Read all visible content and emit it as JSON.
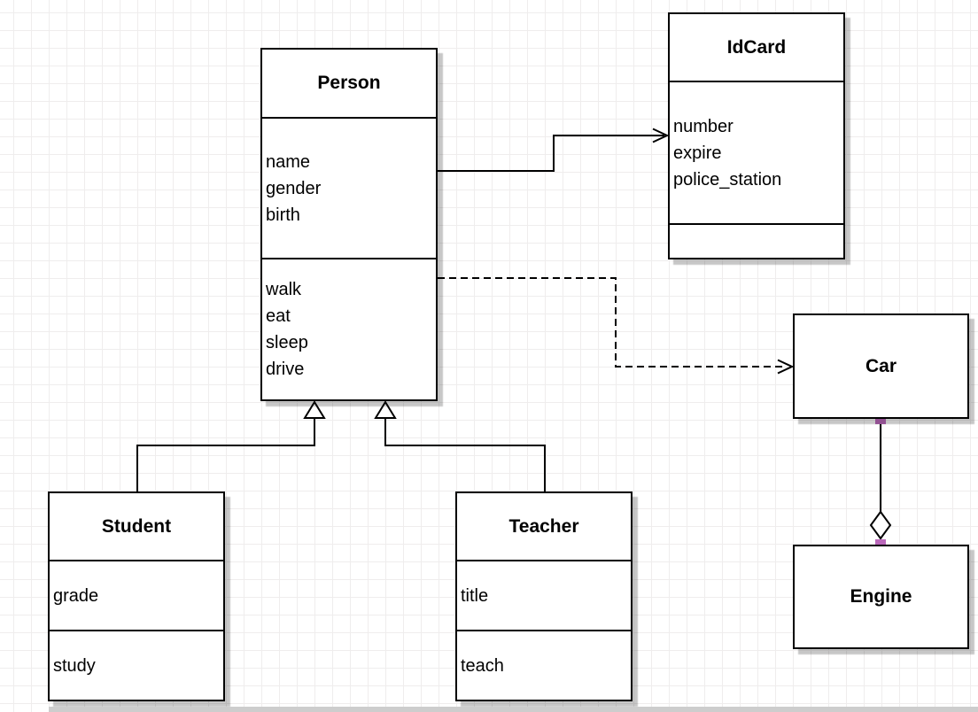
{
  "diagram": {
    "classes": {
      "person": {
        "name": "Person",
        "attributes": [
          "name",
          "gender",
          "birth"
        ],
        "methods": [
          "walk",
          "eat",
          "sleep",
          "drive"
        ]
      },
      "idcard": {
        "name": "IdCard",
        "attributes": [
          "number",
          "expire",
          "police_station"
        ],
        "methods": []
      },
      "car": {
        "name": "Car",
        "attributes": [],
        "methods": []
      },
      "engine": {
        "name": "Engine",
        "attributes": [],
        "methods": []
      },
      "student": {
        "name": "Student",
        "attributes": [
          "grade"
        ],
        "methods": [
          "study"
        ]
      },
      "teacher": {
        "name": "Teacher",
        "attributes": [
          "title"
        ],
        "methods": [
          "teach"
        ]
      }
    },
    "relationships": [
      {
        "from": "Person",
        "to": "IdCard",
        "type": "association",
        "line_style": "solid",
        "arrowhead": "open-arrow"
      },
      {
        "from": "Person",
        "to": "Car",
        "type": "dependency",
        "line_style": "dashed",
        "arrowhead": "open-arrow"
      },
      {
        "from": "Student",
        "to": "Person",
        "type": "generalization",
        "line_style": "solid",
        "arrowhead": "hollow-triangle"
      },
      {
        "from": "Teacher",
        "to": "Person",
        "type": "generalization",
        "line_style": "solid",
        "arrowhead": "hollow-triangle"
      },
      {
        "from": "Car",
        "to": "Engine",
        "type": "aggregation",
        "line_style": "solid",
        "arrowhead": "hollow-diamond"
      }
    ],
    "colors": {
      "box_fill": "#ffffff",
      "box_border": "#000000",
      "connector": "#000000",
      "selection_handle": "#ba68ba",
      "grid_line": "#efeded",
      "shadow": "#c9c9c9",
      "background": "#ffffff"
    }
  }
}
